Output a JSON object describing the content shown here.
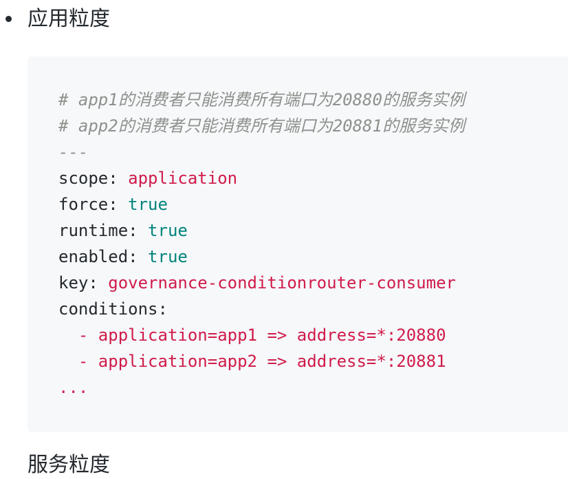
{
  "bullet": {
    "text": "应用粒度"
  },
  "code": {
    "comment1": "# app1的消费者只能消费所有端口为20880的服务实例",
    "comment2": "# app2的消费者只能消费所有端口为20881的服务实例",
    "separator": "---",
    "scope_key": "scope:",
    "scope_value": "application",
    "force_key": "force:",
    "force_value": "true",
    "runtime_key": "runtime:",
    "runtime_value": "true",
    "enabled_key": "enabled:",
    "enabled_value": "true",
    "key_key": "key:",
    "key_value": "governance-conditionrouter-consumer",
    "conditions_key": "conditions:",
    "condition_items": [
      "- application=app1 => address=*:20880",
      "- application=app2 => address=*:20881"
    ],
    "ellipsis": "..."
  },
  "next_heading": {
    "text": "服务粒度"
  },
  "colors": {
    "comment": "#8e908c",
    "value": "#d01b4a",
    "boolean": "#00837b",
    "code_background": "#f6f8fa"
  }
}
